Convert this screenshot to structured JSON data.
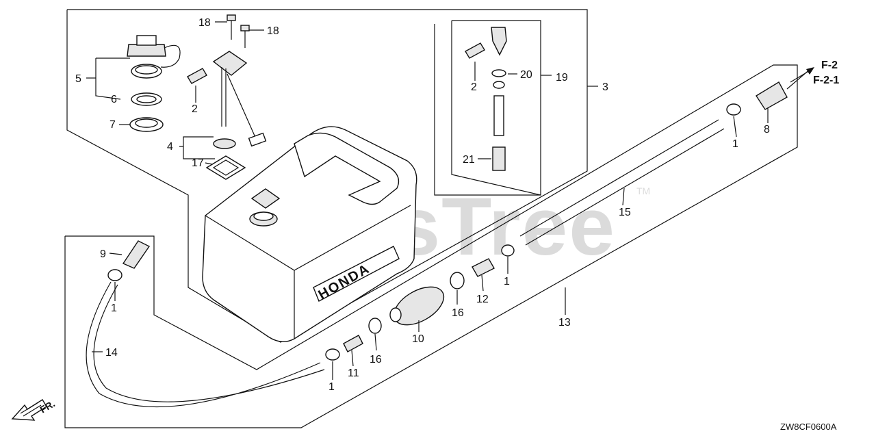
{
  "callouts": {
    "c18a": "18",
    "c18b": "18",
    "c5": "5",
    "c6": "6",
    "c7": "7",
    "c2a": "2",
    "c4": "4",
    "c17": "17",
    "c2b": "2",
    "c20": "20",
    "c19": "19",
    "c3": "3",
    "c21": "21",
    "cF2": "F-2",
    "cF21": "F-2-1",
    "c1a": "1",
    "c8": "8",
    "c15": "15",
    "c9": "9",
    "c1b": "1",
    "c14": "14",
    "c1c": "1",
    "c12": "12",
    "c16a": "16",
    "c10": "10",
    "c16b": "16",
    "c11": "11",
    "c1d": "1",
    "c13": "13"
  },
  "tank_brand": "HONDA",
  "watermark": {
    "text": "PartsTree",
    "tm": "TM"
  },
  "front_marker": "FR.",
  "diagram_code": "ZW8CF0600A"
}
